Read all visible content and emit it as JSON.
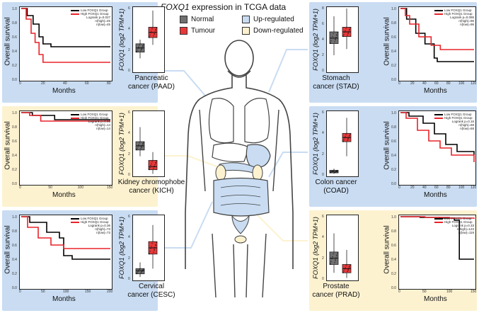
{
  "header": {
    "title_gene": "FOXQ1",
    "title_rest": " expression in TCGA data"
  },
  "legend_key": {
    "normal": "Normal",
    "tumour": "Tumour",
    "up": "Up-regulated",
    "down": "Down-regulated",
    "colors": {
      "normal": "#707070",
      "tumour": "#e8383a",
      "up": "#c9dcf2",
      "down": "#fdf2d0"
    }
  },
  "common": {
    "survival_ylabel": "Overall survival",
    "survival_xlabel": "Months",
    "expr_ylabel": "FOXQ1 (log2 TPM+1)",
    "legend_low": "Low FOXQ1 Group",
    "legend_high": "High FOXQ1 Group"
  },
  "panels": {
    "paad": {
      "cancer_line1": "Pancreatic",
      "cancer_line2": "cancer (PAAD)",
      "logrank": "Logrank p=0.027",
      "n_high": "n(high)=45",
      "n_low": "n(low)=45",
      "surv_xticks": [
        "0",
        "20",
        "40",
        "60",
        "80"
      ],
      "expr_yticks": [
        "0",
        "2",
        "4",
        "6"
      ]
    },
    "kich": {
      "cancer_line1": "Kidney chromophobe",
      "cancer_line2": "cancer (KICH)",
      "logrank": "Logrank p=0.86",
      "n_high": "n(high)=14",
      "n_low": "n(low)=14",
      "surv_xticks": [
        "0",
        "50",
        "100",
        "150"
      ],
      "expr_yticks": [
        "0",
        "2",
        "4",
        "6"
      ]
    },
    "cesc": {
      "cancer_line1": "Cervical",
      "cancer_line2": "cancer (CESC)",
      "logrank": "Logrank p=0.36",
      "n_high": "n(high)=73",
      "n_low": "n(low)=73",
      "surv_xticks": [
        "0",
        "50",
        "100",
        "150",
        "200"
      ],
      "expr_yticks": [
        "0",
        "2",
        "4",
        "6"
      ]
    },
    "stad": {
      "cancer_line1": "Stomach",
      "cancer_line2": "cancer (STAD)",
      "logrank": "Logrank p=0.095",
      "n_high": "n(high)=96",
      "n_low": "n(low)=96",
      "surv_xticks": [
        "0",
        "20",
        "40",
        "60",
        "80",
        "100",
        "120"
      ],
      "expr_yticks": [
        "0",
        "2",
        "4",
        "6",
        "8"
      ]
    },
    "coad": {
      "cancer_line1": "Colon cancer",
      "cancer_line2": "(COAD)",
      "logrank": "Logrank p=0.16",
      "n_high": "n(high)=68",
      "n_low": "n(low)=68",
      "surv_xticks": [
        "0",
        "20",
        "40",
        "60",
        "80",
        "100",
        "120"
      ],
      "expr_yticks": [
        "0",
        "2",
        "4",
        "6"
      ]
    },
    "prad": {
      "cancer_line1": "Prostate",
      "cancer_line2": "cancer (PRAD)",
      "logrank": "Logrank p=0.33",
      "n_high": "n(high)=123",
      "n_low": "n(low)=119",
      "surv_xticks": [
        "0",
        "50",
        "100",
        "150"
      ],
      "expr_yticks": [
        "0",
        "2",
        "4",
        "6"
      ]
    }
  },
  "survival_yticks": [
    "0.0",
    "0.2",
    "0.4",
    "0.6",
    "0.8",
    "1.0"
  ]
}
